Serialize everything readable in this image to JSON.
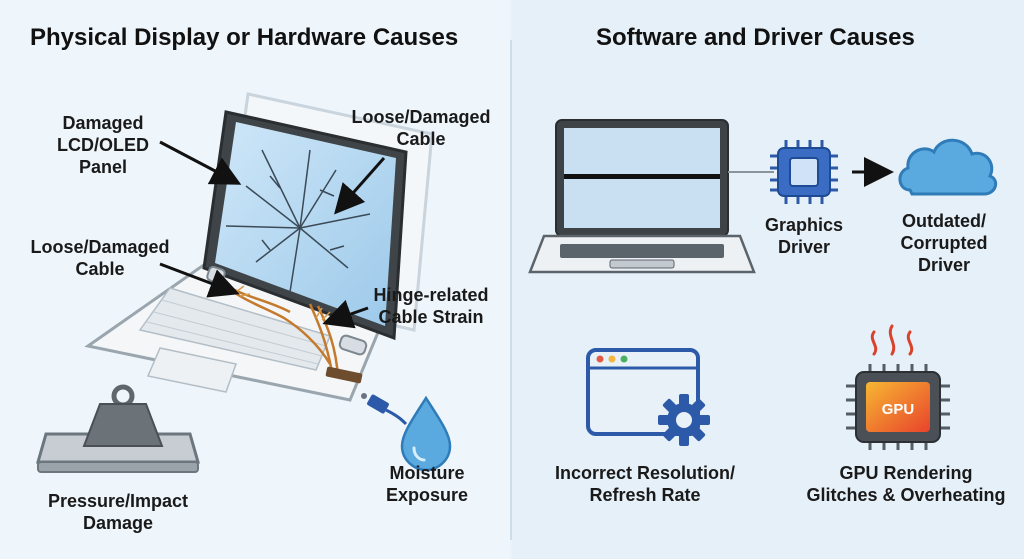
{
  "left": {
    "title": "Physical Display or Hardware Causes",
    "labels": {
      "damaged_panel_1": "Damaged",
      "damaged_panel_2": "LCD/OLED",
      "damaged_panel_3": "Panel",
      "loose_cable_top_1": "Loose/Damaged",
      "loose_cable_top_2": "Cable",
      "loose_cable_left_1": "Loose/Damaged",
      "loose_cable_left_2": "Cable",
      "hinge_1": "Hinge-related",
      "hinge_2": "Cable Strain",
      "moisture_1": "Moisture",
      "moisture_2": "Exposure",
      "pressure_1": "Pressure/Impact",
      "pressure_2": "Damage"
    }
  },
  "right": {
    "title": "Software and Driver Causes",
    "labels": {
      "graphics_1": "Graphics",
      "graphics_2": "Driver",
      "outdated_1": "Outdated/",
      "outdated_2": "Corrupted",
      "outdated_3": "Driver",
      "resolution_1": "Incorrect Resolution/",
      "resolution_2": "Refresh Rate",
      "gpu_1": "GPU Rendering",
      "gpu_2": "Glitches & Overheating",
      "gpu_chip": "GPU"
    }
  }
}
